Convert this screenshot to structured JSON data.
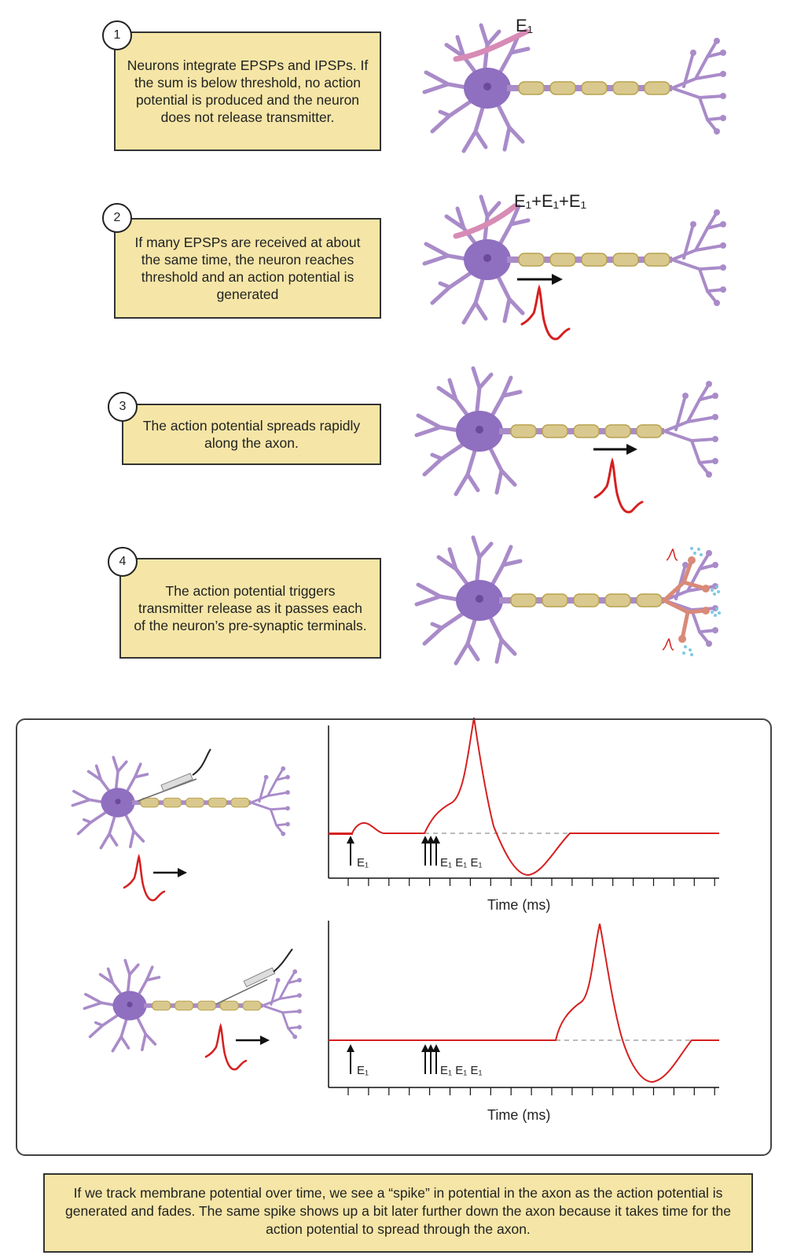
{
  "steps": [
    {
      "number": "1",
      "text": "Neurons integrate EPSPs and IPSPs. If the sum is below threshold, no action potential is produced and the neuron does not release transmitter.",
      "input_label": "E₁"
    },
    {
      "number": "2",
      "text": "If many EPSPs are received at about the same time, the neuron reaches threshold and an action potential is generated",
      "input_label": "E₁+E₁+E₁"
    },
    {
      "number": "3",
      "text": "The action potential spreads rapidly along the axon."
    },
    {
      "number": "4",
      "text": "The action potential triggers transmitter release as it passes each of the neuron’s pre-synaptic terminals."
    }
  ],
  "graphs": [
    {
      "xlabel": "Time (ms)",
      "stim_single": "E₁",
      "stim_triple": "E₁ E₁ E₁"
    },
    {
      "xlabel": "Time (ms)",
      "stim_single": "E₁",
      "stim_triple": "E₁ E₁ E₁"
    }
  ],
  "summary": "If we track membrane potential over time, we see a “spike” in potential in the axon as the action potential is generated and fades.  The same spike shows up a bit later further down the axon because it takes time for the action potential to spread through the axon.",
  "colors": {
    "box": "#f5e6a7",
    "neuron": "#a98bc9",
    "soma": "#8f6fbf",
    "myelin": "#d9c98e",
    "trace": "#d62020",
    "terminal": "#d98a78",
    "input_axon": "#d78bb5"
  }
}
